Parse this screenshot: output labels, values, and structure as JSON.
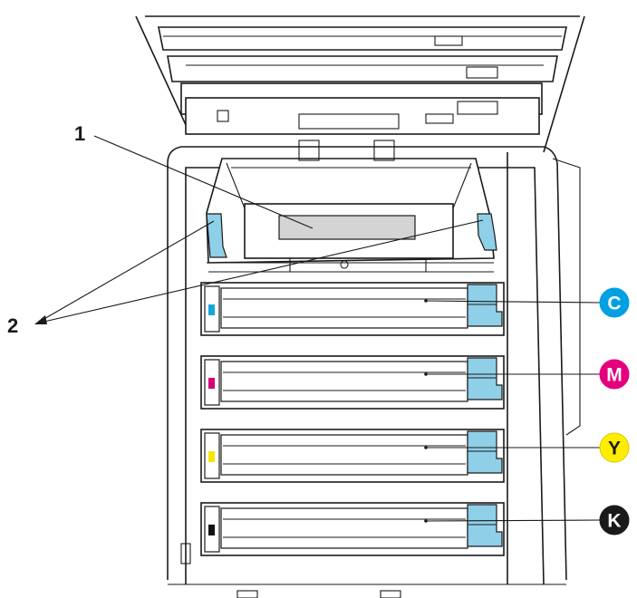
{
  "callouts": {
    "one": "1",
    "two": "2"
  },
  "cartridges": [
    {
      "letter": "C",
      "badge_color": "#00A0E3",
      "text_color": "#ffffff",
      "marker_color": "#18A6D8"
    },
    {
      "letter": "M",
      "badge_color": "#E4007C",
      "text_color": "#ffffff",
      "marker_color": "#D6007A"
    },
    {
      "letter": "Y",
      "badge_color": "#FFED00",
      "text_color": "#1a1a1a",
      "marker_color": "#F5E600"
    },
    {
      "letter": "K",
      "badge_color": "#1a1a1a",
      "text_color": "#ffffff",
      "marker_color": "#111111"
    }
  ],
  "colors": {
    "latch": "#8FCFE8",
    "belt_highlight": "#D4D4D4",
    "outline": "#1a1a1a"
  }
}
